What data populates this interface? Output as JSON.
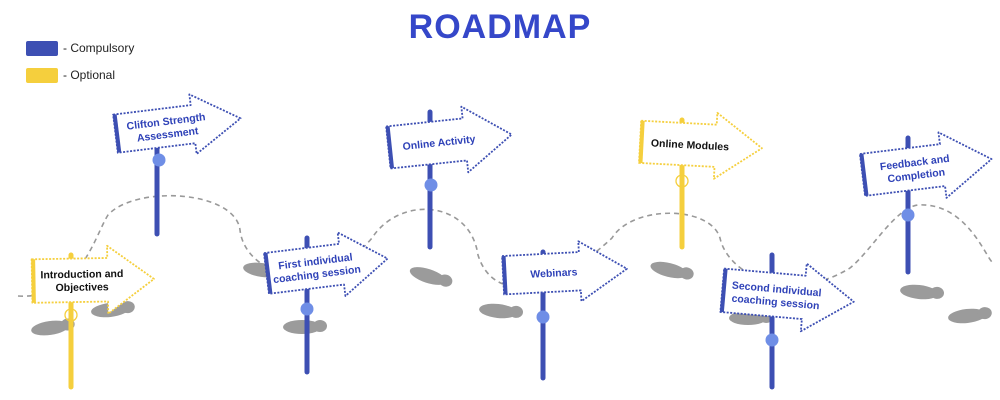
{
  "title": "ROADMAP",
  "colors": {
    "compulsory": "#3d4fb3",
    "optional": "#f5cf3d",
    "title": "#3547c9",
    "arrow_text_compulsory": "#2f42b8",
    "arrow_text_optional": "#111111",
    "path": "#999999",
    "footprint": "#9b9b9b",
    "pin": "#6f8ee6"
  },
  "legend": [
    {
      "label": "- Compulsory",
      "type": "compulsory"
    },
    {
      "label": "- Optional",
      "type": "optional"
    }
  ],
  "steps": [
    {
      "id": "introduction",
      "lines": [
        "Introduction and",
        "Objectives"
      ],
      "type": "optional"
    },
    {
      "id": "clifton",
      "lines": [
        "Clifton Strength",
        "Assessment"
      ],
      "type": "compulsory"
    },
    {
      "id": "first-coaching",
      "lines": [
        "First individual",
        "coaching session"
      ],
      "type": "compulsory"
    },
    {
      "id": "online-activity",
      "lines": [
        "Online Activity"
      ],
      "type": "compulsory"
    },
    {
      "id": "webinars",
      "lines": [
        "Webinars"
      ],
      "type": "compulsory"
    },
    {
      "id": "online-modules",
      "lines": [
        "Online Modules"
      ],
      "type": "optional"
    },
    {
      "id": "second-coaching",
      "lines": [
        "Second individual",
        "coaching session"
      ],
      "type": "compulsory"
    },
    {
      "id": "feedback",
      "lines": [
        "Feedback and",
        "Completion"
      ],
      "type": "compulsory"
    }
  ]
}
